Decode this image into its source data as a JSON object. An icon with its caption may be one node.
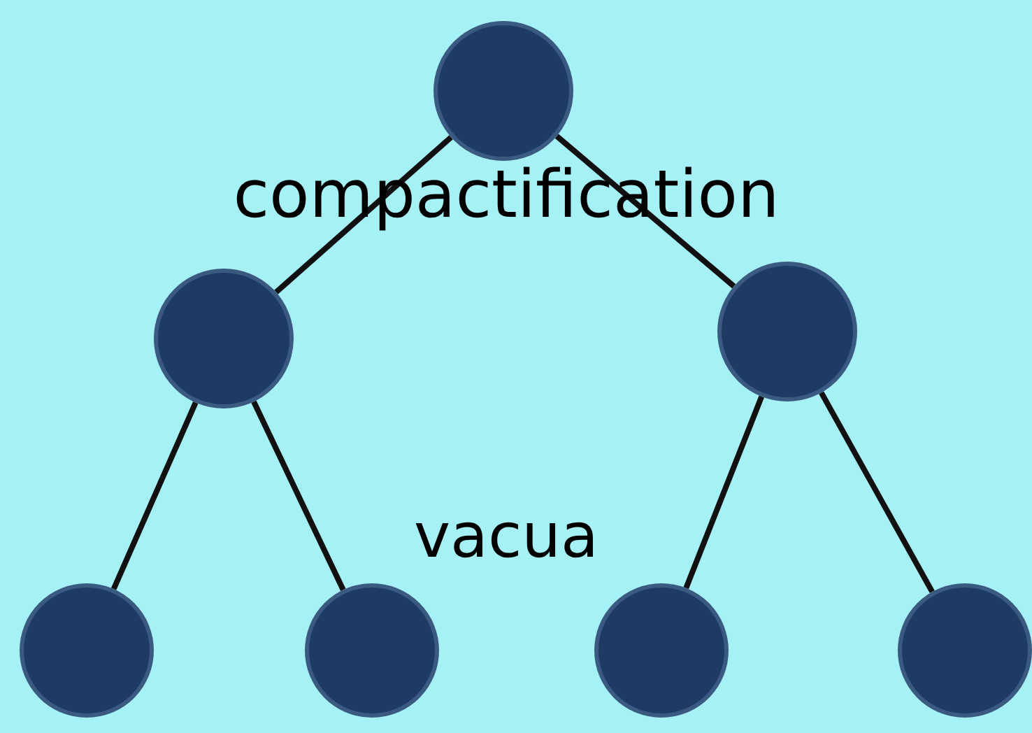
{
  "diagram": {
    "nodes": [
      {
        "text": [],
        "shape": "circle"
      },
      {
        "text": [],
        "shape": "circle"
      },
      {
        "text": [],
        "shape": "circle"
      },
      {
        "text": [],
        "shape": "circle"
      },
      {
        "text": [],
        "shape": "circle"
      },
      {
        "text": [],
        "shape": "circle"
      },
      {
        "text": [],
        "shape": "circle"
      }
    ],
    "edges": [
      {
        "from": 0,
        "to": 1,
        "arrow": "none"
      },
      {
        "from": 0,
        "to": 2,
        "arrow": "none"
      },
      {
        "from": 1,
        "to": 3,
        "arrow": "none"
      },
      {
        "from": 1,
        "to": 4,
        "arrow": "none"
      },
      {
        "from": 2,
        "to": 5,
        "arrow": "none"
      },
      {
        "from": 2,
        "to": 6,
        "arrow": "none"
      }
    ],
    "labels": [
      "compactification",
      "vacua"
    ]
  }
}
